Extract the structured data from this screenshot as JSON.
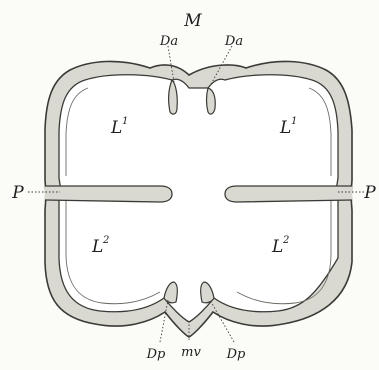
{
  "figure": {
    "labels": {
      "M": "M",
      "Da_left": "Da",
      "Da_right": "Da",
      "L1_left": "L",
      "L1_right": "L",
      "L1_sup": "1",
      "L2_left": "L",
      "L2_right": "L",
      "L2_sup": "2",
      "P_left": "P",
      "P_right": "P",
      "Dp_left": "Dp",
      "Dp_right": "Dp",
      "mv": "mv"
    },
    "colors": {
      "paper": "#fbfbf8",
      "ink": "#1e1e1e",
      "wall_fill": "#d9d9d2",
      "wall_edge": "#3a3a36",
      "lumen": "#ffffff"
    }
  }
}
